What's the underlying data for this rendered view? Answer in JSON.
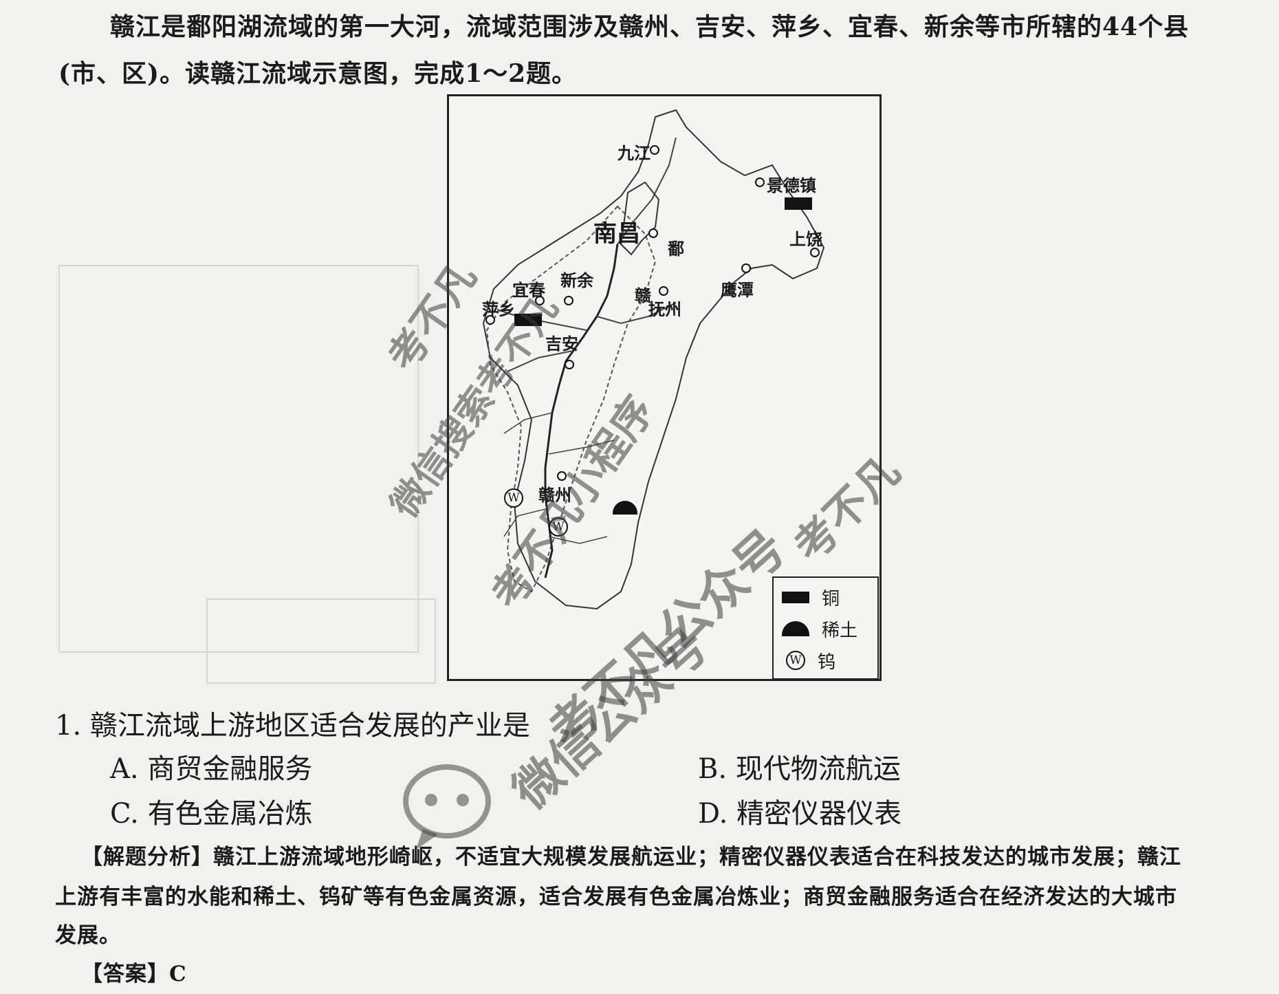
{
  "intro": {
    "line1": "赣江是鄱阳湖流域的第一大河，流域范围涉及赣州、吉安、萍乡、宜春、新余等市所辖的44个县",
    "line2": "(市、区)。读赣江流域示意图，完成1～2题。"
  },
  "map": {
    "cities": {
      "jiujiang": "九江",
      "jingdezhen": "景德镇",
      "nanchang": "南昌",
      "shangrao": "上饶",
      "yingtan": "鹰潭",
      "pingxiang": "萍乡",
      "yichun": "宜春",
      "xinyu": "新余",
      "fuzhou": "抚州",
      "jian": "吉安",
      "ganzhou": "赣州"
    },
    "river_label": "赣",
    "lake_label": "鄱",
    "legend": {
      "copper": "铜",
      "rare_earth": "稀土",
      "tungsten": "钨",
      "tungsten_symbol": "W"
    }
  },
  "question": {
    "number": "1.",
    "stem": "赣江流域上游地区适合发展的产业是",
    "options": {
      "A": "A. 商贸金融服务",
      "B": "B. 现代物流航运",
      "C": "C. 有色金属冶炼",
      "D": "D. 精密仪器仪表"
    }
  },
  "analysis": {
    "label": "【解题分析】",
    "line1": "赣江上游流域地形崎岖，不适宜大规模发展航运业；精密仪器仪表适合在科技发达的城市发展；赣江",
    "line2": "上游有丰富的水能和稀土、钨矿等有色金属资源，适合发展有色金属冶炼业；商贸金融服务适合在经济发达的大城市",
    "line3": "发展。"
  },
  "answer": {
    "label": "【答案】",
    "value": "C"
  },
  "watermarks": {
    "w1": "考不凡",
    "w2": "微信搜索考不凡",
    "w3": "考不凡小程序",
    "w4": "考不凡",
    "w5": "考不凡公众号",
    "w6": "微信公众号"
  }
}
